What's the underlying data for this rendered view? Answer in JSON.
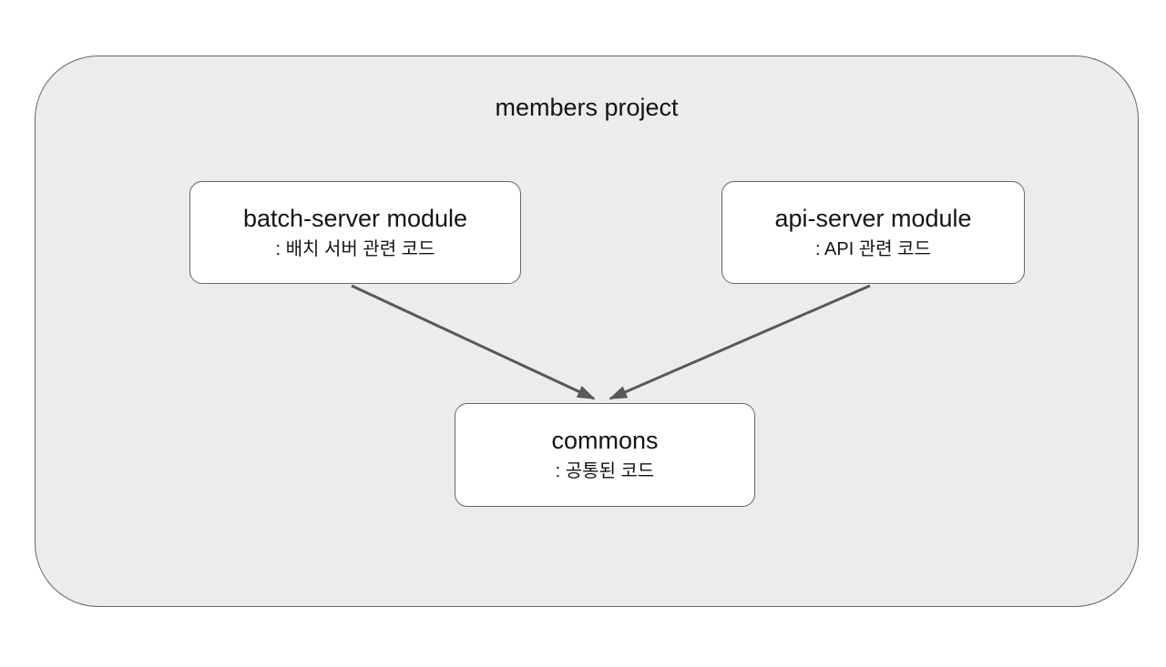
{
  "diagram": {
    "container": {
      "title": "members project"
    },
    "nodes": [
      {
        "id": "batch-server",
        "title": "batch-server module",
        "subtitle": ": 배치 서버 관련 코드"
      },
      {
        "id": "api-server",
        "title": "api-server module",
        "subtitle": ": API 관련 코드"
      },
      {
        "id": "commons",
        "title": "commons",
        "subtitle": ": 공통된 코드"
      }
    ],
    "edges": [
      {
        "from": "batch-server module",
        "to": "commons"
      },
      {
        "from": "api-server module",
        "to": "commons"
      }
    ],
    "colors": {
      "container_fill": "#ececec",
      "container_border": "#666666",
      "node_fill": "#ffffff",
      "node_border": "#666666",
      "arrow": "#595959",
      "text": "#141414",
      "page_background": "#ffffff"
    }
  }
}
